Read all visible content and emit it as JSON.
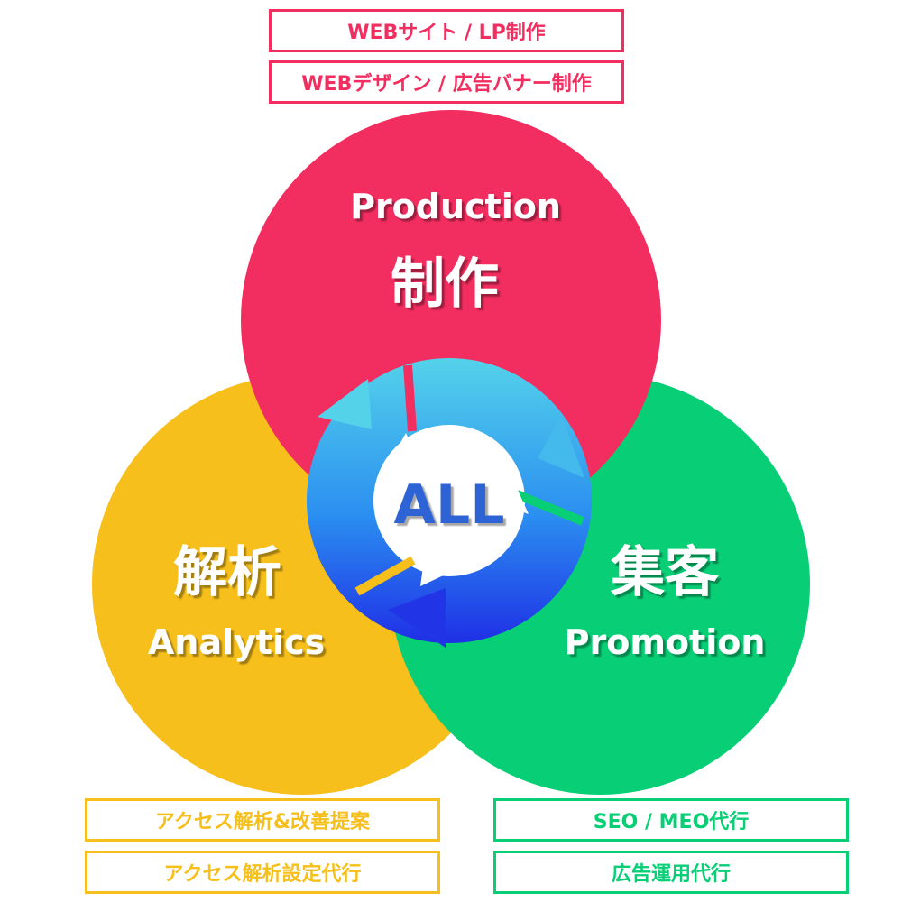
{
  "colors": {
    "production": "#f22d5f",
    "analytics": "#f6bf1b",
    "promotion": "#08cf76",
    "all_text": "#2e63d6",
    "cycle_gradient_top": "#54d2ea",
    "cycle_gradient_mid": "#2b8ff0",
    "cycle_gradient_bottom": "#1f2fe6"
  },
  "production": {
    "label_en": "Production",
    "label_ja": "制作",
    "tags": [
      "WEBサイト / LP制作",
      "WEBデザイン / 広告バナー制作"
    ]
  },
  "analytics": {
    "label_en": "Analytics",
    "label_ja": "解析",
    "tags": [
      "アクセス解析&改善提案",
      "アクセス解析設定代行"
    ]
  },
  "promotion": {
    "label_en": "Promotion",
    "label_ja": "集客",
    "tags": [
      "SEO / MEO代行",
      "広告運用代行"
    ]
  },
  "center": {
    "label": "ALL",
    "icon": "cycle-arrows-icon"
  }
}
